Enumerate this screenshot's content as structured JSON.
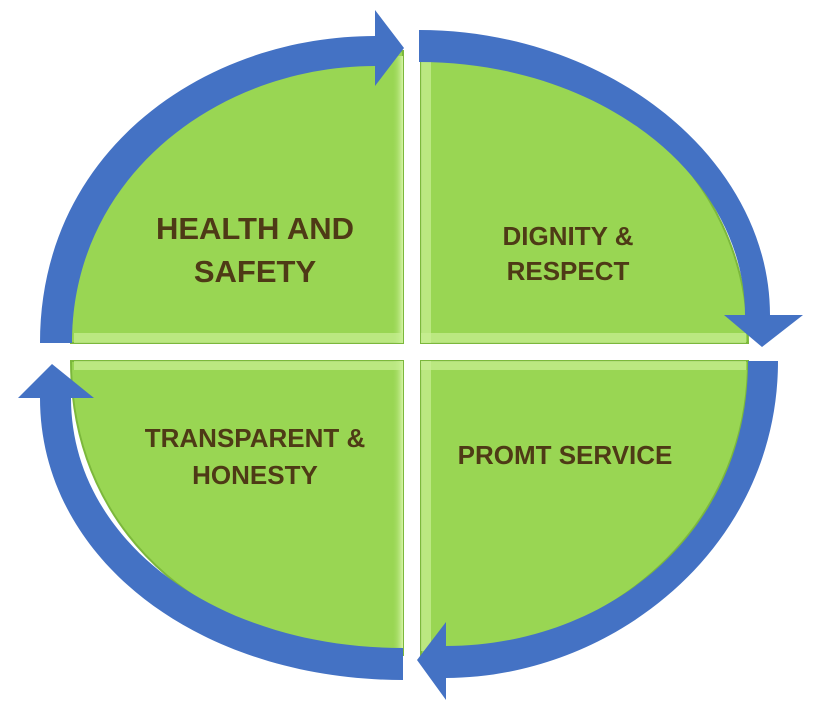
{
  "diagram": {
    "quadrants": [
      {
        "id": "top-left",
        "lines": [
          "HEALTH AND",
          "SAFETY"
        ]
      },
      {
        "id": "top-right",
        "lines": [
          "DIGNITY &",
          "RESPECT"
        ]
      },
      {
        "id": "bottom-right",
        "lines": [
          "PROMT SERVICE"
        ]
      },
      {
        "id": "bottom-left",
        "lines": [
          "TRANSPARENT &",
          "HONESTY"
        ]
      }
    ],
    "colors": {
      "quadrant_fill": "#99d653",
      "quadrant_highlight": "#c2ef88",
      "quadrant_edge": "#6ea332",
      "arrow": "#4472c4",
      "text": "#4e3a16"
    }
  }
}
